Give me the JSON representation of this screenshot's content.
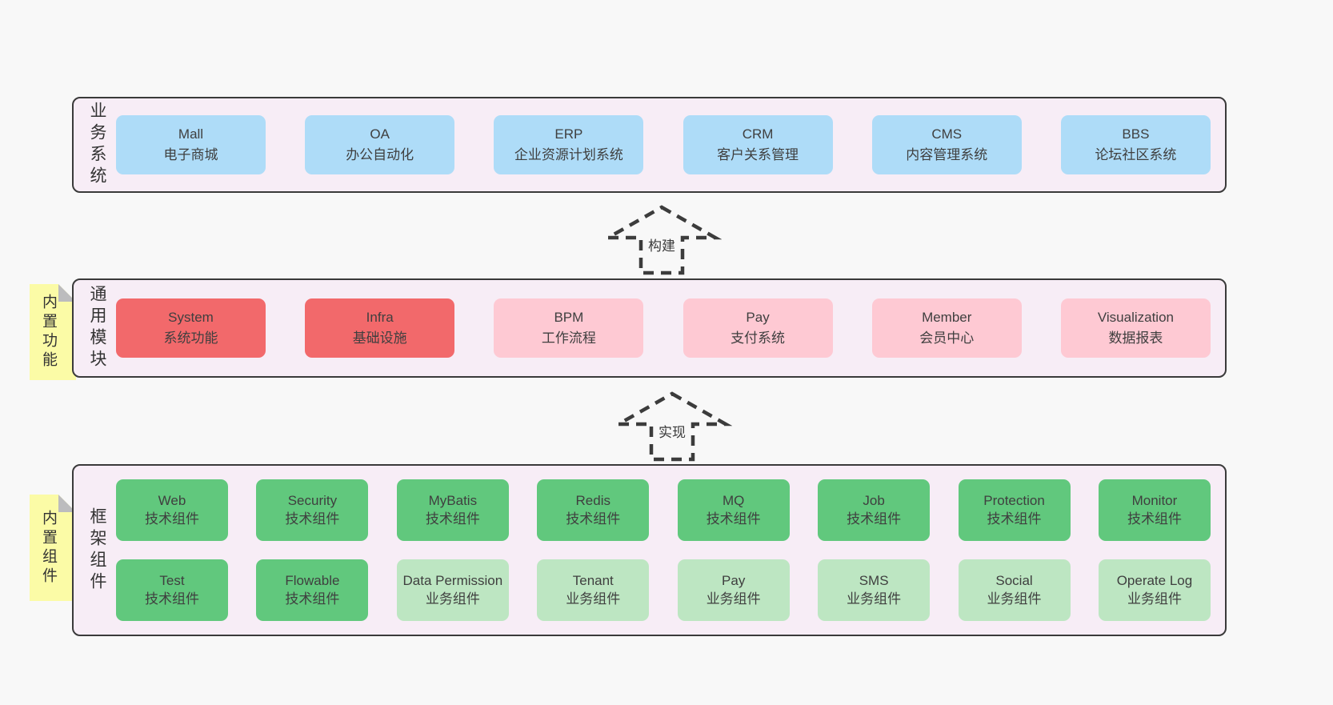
{
  "colors": {
    "page_bg": "#f8f8f8",
    "band_bg": "#f7edf6",
    "band_border": "#3a3a3a",
    "blue": "#aedcf8",
    "red": "#f2696b",
    "pink": "#fec9d3",
    "green": "#61c87d",
    "light_green": "#bde6c2",
    "sticky_yellow": "#fbfba6",
    "fold_gray": "#bcbcbe",
    "text": "#3f3f3f"
  },
  "arrows": [
    {
      "label": "构建"
    },
    {
      "label": "实现"
    }
  ],
  "bands": [
    {
      "label": "业务系统",
      "boxes": [
        {
          "title": "Mall",
          "subtitle": "电子商城",
          "variant": "blue"
        },
        {
          "title": "OA",
          "subtitle": "办公自动化",
          "variant": "blue"
        },
        {
          "title": "ERP",
          "subtitle": "企业资源计划系统",
          "variant": "blue"
        },
        {
          "title": "CRM",
          "subtitle": "客户关系管理",
          "variant": "blue"
        },
        {
          "title": "CMS",
          "subtitle": "内容管理系统",
          "variant": "blue"
        },
        {
          "title": "BBS",
          "subtitle": "论坛社区系统",
          "variant": "blue"
        }
      ]
    },
    {
      "label": "通用模块",
      "sticky": "内置功能",
      "boxes": [
        {
          "title": "System",
          "subtitle": "系统功能",
          "variant": "red"
        },
        {
          "title": "Infra",
          "subtitle": "基础设施",
          "variant": "red"
        },
        {
          "title": "BPM",
          "subtitle": "工作流程",
          "variant": "pink"
        },
        {
          "title": "Pay",
          "subtitle": "支付系统",
          "variant": "pink"
        },
        {
          "title": "Member",
          "subtitle": "会员中心",
          "variant": "pink"
        },
        {
          "title": "Visualization",
          "subtitle": "数据报表",
          "variant": "pink"
        }
      ]
    },
    {
      "label": "框架组件",
      "sticky": "内置组件",
      "rows": [
        [
          {
            "title": "Web",
            "subtitle": "技术组件",
            "variant": "green"
          },
          {
            "title": "Security",
            "subtitle": "技术组件",
            "variant": "green"
          },
          {
            "title": "MyBatis",
            "subtitle": "技术组件",
            "variant": "green"
          },
          {
            "title": "Redis",
            "subtitle": "技术组件",
            "variant": "green"
          },
          {
            "title": "MQ",
            "subtitle": "技术组件",
            "variant": "green"
          },
          {
            "title": "Job",
            "subtitle": "技术组件",
            "variant": "green"
          },
          {
            "title": "Protection",
            "subtitle": "技术组件",
            "variant": "green"
          },
          {
            "title": "Monitor",
            "subtitle": "技术组件",
            "variant": "green"
          }
        ],
        [
          {
            "title": "Test",
            "subtitle": "技术组件",
            "variant": "green"
          },
          {
            "title": "Flowable",
            "subtitle": "技术组件",
            "variant": "green"
          },
          {
            "title": "Data Permission",
            "subtitle": "业务组件",
            "variant": "light-green"
          },
          {
            "title": "Tenant",
            "subtitle": "业务组件",
            "variant": "light-green"
          },
          {
            "title": "Pay",
            "subtitle": "业务组件",
            "variant": "light-green"
          },
          {
            "title": "SMS",
            "subtitle": "业务组件",
            "variant": "light-green"
          },
          {
            "title": "Social",
            "subtitle": "业务组件",
            "variant": "light-green"
          },
          {
            "title": "Operate Log",
            "subtitle": "业务组件",
            "variant": "light-green"
          }
        ]
      ]
    }
  ]
}
